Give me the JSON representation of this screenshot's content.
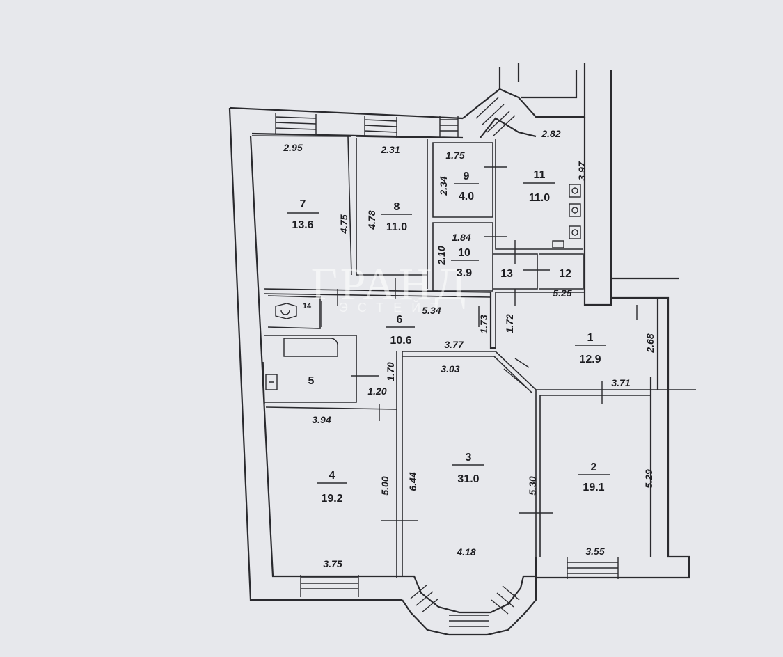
{
  "rooms": [
    {
      "id": "1",
      "number": "1",
      "area": "12.9"
    },
    {
      "id": "2",
      "number": "2",
      "area": "19.1"
    },
    {
      "id": "3",
      "number": "3",
      "area": "31.0"
    },
    {
      "id": "4",
      "number": "4",
      "area": "19.2"
    },
    {
      "id": "5",
      "number": "5",
      "area": ""
    },
    {
      "id": "6",
      "number": "6",
      "area": "10.6"
    },
    {
      "id": "7",
      "number": "7",
      "area": "13.6"
    },
    {
      "id": "8",
      "number": "8",
      "area": "11.0"
    },
    {
      "id": "9",
      "number": "9",
      "area": "4.0"
    },
    {
      "id": "10",
      "number": "10",
      "area": "3.9"
    },
    {
      "id": "11",
      "number": "11",
      "area": "11.0"
    },
    {
      "id": "12",
      "number": "12",
      "area": ""
    },
    {
      "id": "13",
      "number": "13",
      "area": ""
    },
    {
      "id": "14",
      "number": "14",
      "area": ""
    }
  ],
  "dimensions": {
    "d_2_95": "2.95",
    "d_2_31": "2.31",
    "d_1_75": "1.75",
    "d_2_82": "2.82",
    "d_3_97": "3.97",
    "d_2_34": "2.34",
    "d_4_75": "4.75",
    "d_4_78": "4.78",
    "d_1_84": "1.84",
    "d_2_10": "2.10",
    "d_5_34": "5.34",
    "d_1_73": "1.73",
    "d_1_72": "1.72",
    "d_5_25": "5.25",
    "d_2_68": "2.68",
    "d_3_77": "3.77",
    "d_3_03": "3.03",
    "d_1_70": "1.70",
    "d_1_20": "1.20",
    "d_3_71": "3.71",
    "d_3_94": "3.94",
    "d_5_00": "5.00",
    "d_6_44": "6.44",
    "d_5_30": "5.30",
    "d_5_29": "5.29",
    "d_3_75": "3.75",
    "d_4_18": "4.18",
    "d_3_55": "3.55"
  },
  "watermark": {
    "main": "ГРАНД",
    "sub": "ЭСТЕЙТ"
  }
}
